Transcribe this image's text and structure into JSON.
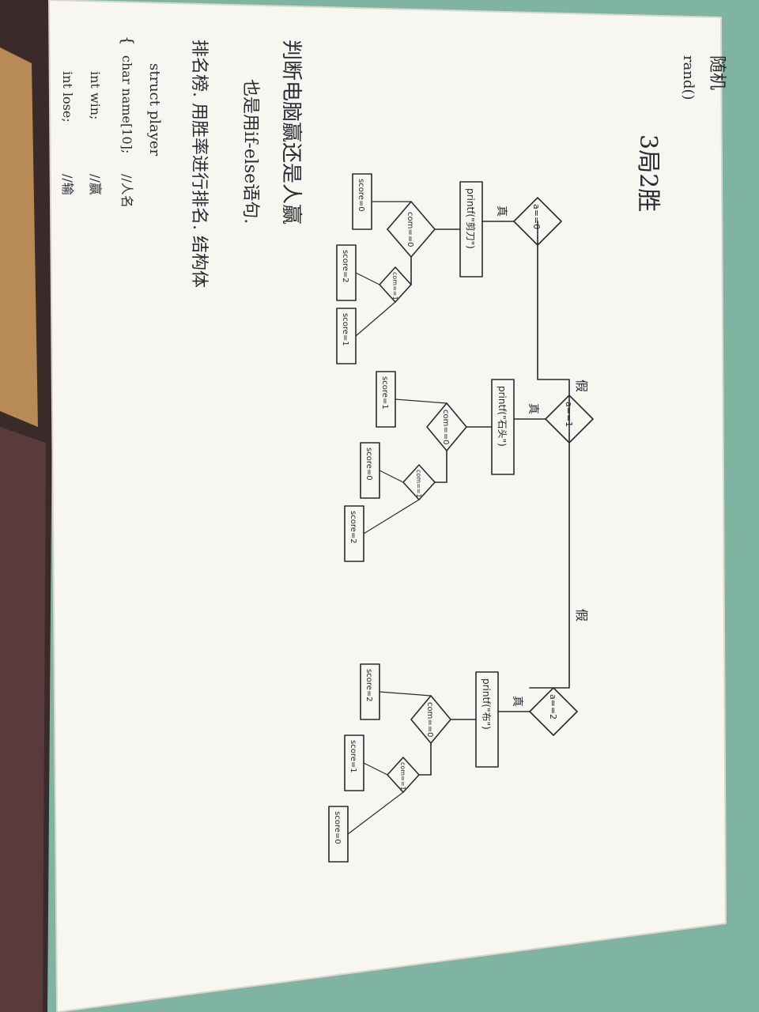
{
  "notes": {
    "top_right_title": "3局2胜",
    "random_label": "随机",
    "rand_call": "rand()",
    "judge_line": "判断电脑赢还是人赢",
    "also_use_line": "也是用if-else语句.",
    "ranking_line": "排名榜. 用胜率进行排名. 结构体",
    "struct_kw": "struct player",
    "brace": "{",
    "char_line": "char name[10];",
    "char_comment": "//人名",
    "int_win": "int win;",
    "win_comment": "//赢",
    "int_lose": "int lose;",
    "lose_comment": "//输"
  },
  "flowchart": {
    "branch_true": "真",
    "branch_false": "假",
    "level1": [
      {
        "cond": "a==0",
        "print": "printf(\"剪刀\")",
        "sub_cond1": "com==0",
        "sub_cond2": "com==1",
        "score_true": "score=0",
        "score_mid": "score=2",
        "score_false": "score=1"
      },
      {
        "cond": "a==1",
        "print": "printf(\"石头\")",
        "sub_cond1": "com==0",
        "sub_cond2": "com==1",
        "score_true": "score=1",
        "score_mid": "score=0",
        "score_false": "score=2"
      },
      {
        "cond": "a==2",
        "print": "printf(\"布\")",
        "sub_cond1": "com==0",
        "sub_cond2": "com==1",
        "score_true": "score=2",
        "score_mid": "score=1",
        "score_false": "score=0"
      }
    ]
  }
}
